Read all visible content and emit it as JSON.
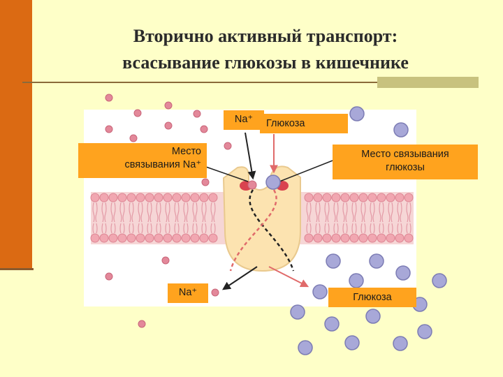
{
  "title": {
    "line1": "Вторично активный транспорт:",
    "line2": "всасывание глюкозы в кишечнике"
  },
  "labels": {
    "na_binding_site": [
      "Место",
      "связывания Na⁺"
    ],
    "glucose_binding_site": [
      "Место связывания",
      "глюкозы"
    ],
    "na_top": "Na⁺",
    "glucose_top": "Глюкоза",
    "na_bottom": "Na⁺",
    "glucose_bottom": "Глюкоза"
  },
  "colors": {
    "background": "#FEFFC8",
    "accent_bar": "#DB6A13",
    "label_fill": "#FFA31E",
    "sodium_ion": "#E3889A",
    "glucose_molecule": "#A8A8D8",
    "protein": "#FCE3B0",
    "membrane": "#F3C6C6"
  }
}
